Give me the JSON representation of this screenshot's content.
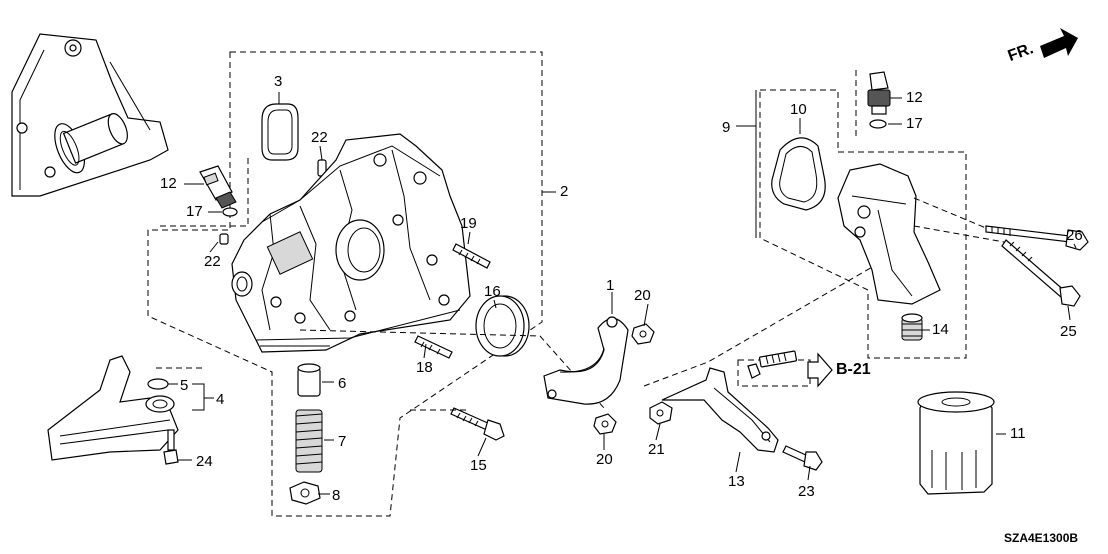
{
  "diagram": {
    "code": "SZA4E1300B",
    "direction_label": "FR.",
    "reference": "B-21",
    "callouts": {
      "c1": "1",
      "c2": "2",
      "c3": "3",
      "c4": "4",
      "c5": "5",
      "c6": "6",
      "c7": "7",
      "c8": "8",
      "c9": "9",
      "c10": "10",
      "c11": "11",
      "c12a": "12",
      "c12b": "12",
      "c13": "13",
      "c14": "14",
      "c15": "15",
      "c16": "16",
      "c17a": "17",
      "c17b": "17",
      "c18": "18",
      "c19": "19",
      "c20a": "20",
      "c20b": "20",
      "c21": "21",
      "c22a": "22",
      "c22b": "22",
      "c23": "23",
      "c24": "24",
      "c25": "25",
      "c26": "26"
    }
  }
}
